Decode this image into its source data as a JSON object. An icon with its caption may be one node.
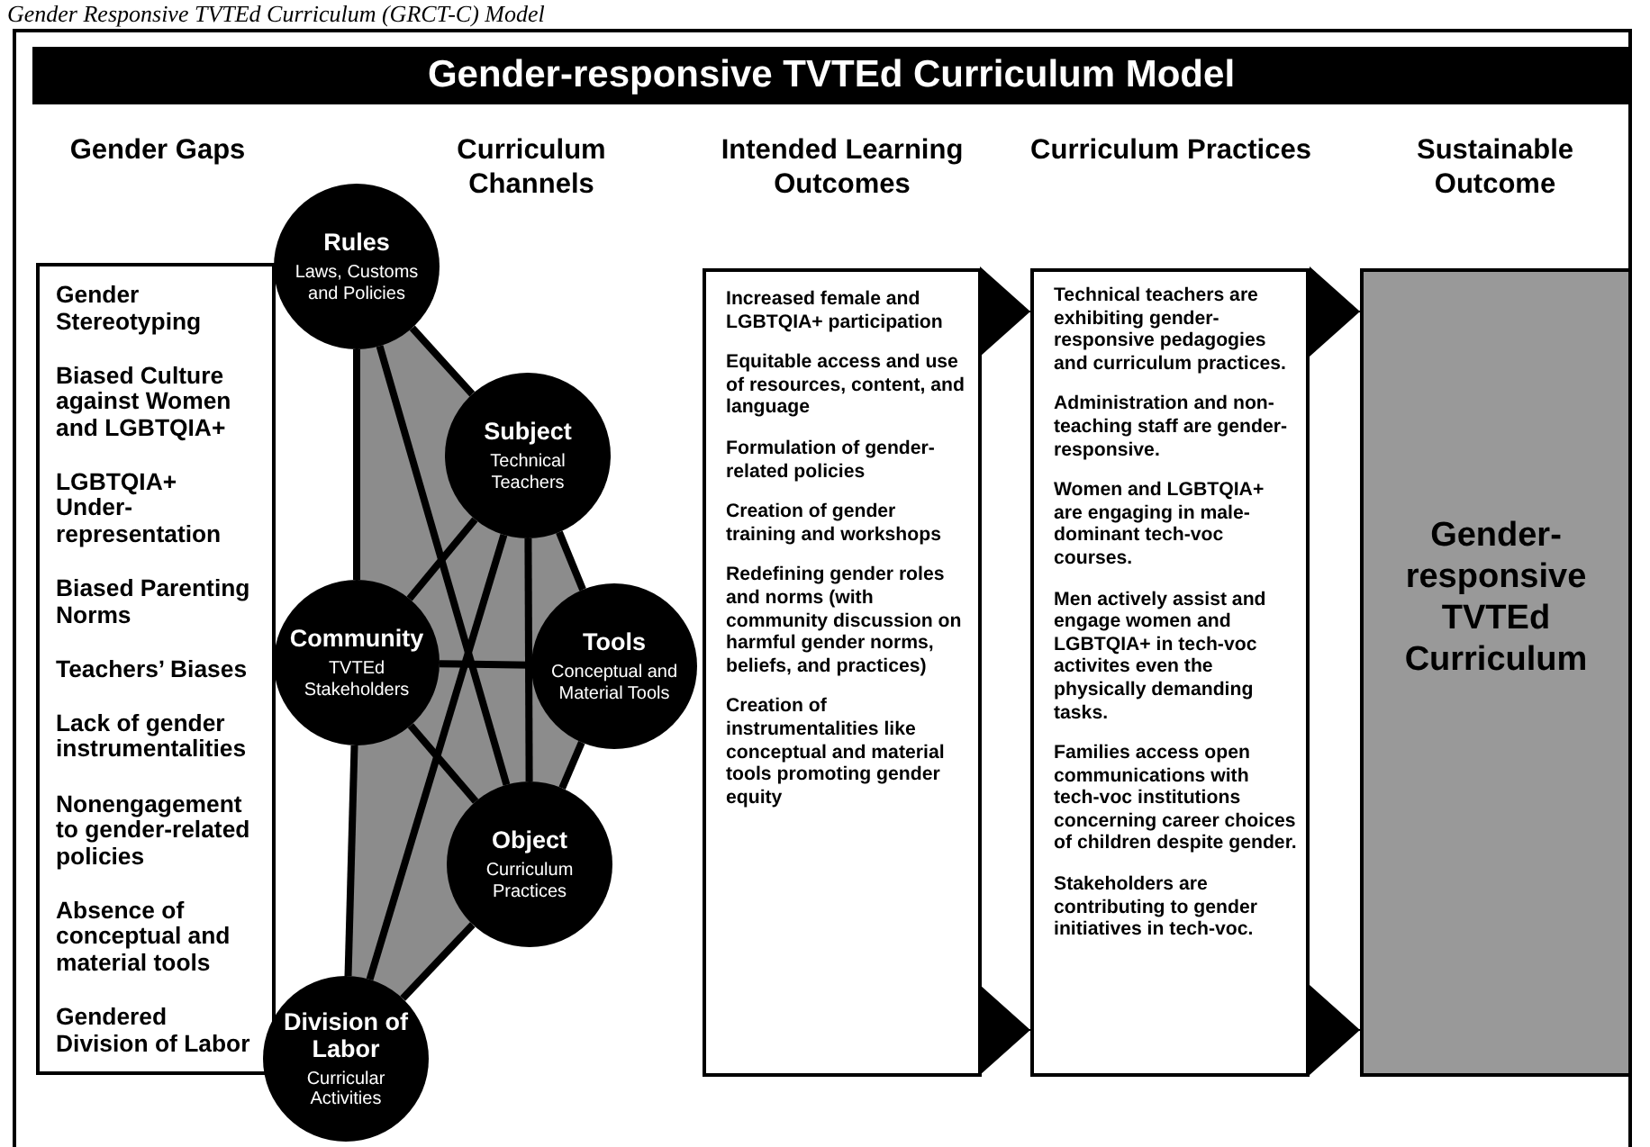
{
  "diagram": {
    "title": "Gender-responsive TVTEd Curriculum Model",
    "caption": "Gender Responsive TVTEd Curriculum (GRCT-C) Model",
    "nodes": [
      {
        "text": [
          "Gender Stereotyping",
          "Biased Culture against Women and LGBTQIA+",
          "LGBTQIA+ Under-representation",
          "Biased Parenting Norms",
          "Teachers’ Biases",
          "Lack of gender instrumentalities",
          "Nonengagement to gender-related policies",
          "Absence of conceptual and material tools",
          "Gendered Division of Labor"
        ]
      },
      {
        "text": [
          "Rules",
          "Laws, Customs and Policies"
        ]
      },
      {
        "text": [
          "Subject",
          "Technical Teachers"
        ]
      },
      {
        "text": [
          "Community",
          "TVTEd Stakeholders"
        ]
      },
      {
        "text": [
          "Tools",
          "Conceptual and Material Tools"
        ]
      },
      {
        "text": [
          "Object",
          "Curriculum Practices"
        ]
      },
      {
        "text": [
          "Division of Labor",
          "Curricular Activities"
        ]
      },
      {
        "text": [
          "Increased female and LGBTQIA+ participation",
          "Equitable access and use of resources, content, and language",
          "Formulation of gender-related policies",
          "Creation of gender training and workshops",
          "Redefining gender roles and norms (with community discussion on harmful gender norms, beliefs, and practices)",
          "Creation of instrumentalities like conceptual and material tools promoting gender equity"
        ]
      },
      {
        "text": [
          "Technical teachers are exhibiting gender-responsive pedagogies and curriculum practices.",
          "Administration and non-teaching staff are gender-responsive.",
          "Women and LGBTQIA+ are engaging in male-dominant tech-voc courses.",
          "Men actively assist and engage women and LGBTQIA+ in tech-voc activites even the physically demanding tasks.",
          "Families access open communications with tech-voc institutions concerning career choices of children despite gender.",
          "Stakeholders are contributing to gender initiatives in tech-voc."
        ]
      },
      {
        "text": [
          "Gender-responsive TVTEd Curriculum"
        ]
      }
    ],
    "edges": [
      {
        "from": 1,
        "to": 2,
        "arrow": "none"
      },
      {
        "from": 1,
        "to": 3,
        "arrow": "none"
      },
      {
        "from": 1,
        "to": 5,
        "arrow": "none"
      },
      {
        "from": 2,
        "to": 3,
        "arrow": "none"
      },
      {
        "from": 2,
        "to": 4,
        "arrow": "none"
      },
      {
        "from": 2,
        "to": 5,
        "arrow": "none"
      },
      {
        "from": 2,
        "to": 6,
        "arrow": "none"
      },
      {
        "from": 3,
        "to": 4,
        "arrow": "none"
      },
      {
        "from": 3,
        "to": 5,
        "arrow": "none"
      },
      {
        "from": 3,
        "to": 6,
        "arrow": "none"
      },
      {
        "from": 4,
        "to": 5,
        "arrow": "none"
      },
      {
        "from": 5,
        "to": 6,
        "arrow": "none"
      },
      {
        "from": 7,
        "to": 8,
        "arrow": "to"
      },
      {
        "from": 7,
        "to": 8,
        "arrow": "to"
      },
      {
        "from": 8,
        "to": 9,
        "arrow": "to"
      },
      {
        "from": 8,
        "to": 9,
        "arrow": "to"
      }
    ],
    "labels": [
      "Gender Gaps",
      "Curriculum Channels",
      "Intended Learning Outcomes",
      "Curriculum Practices",
      "Sustainable Outcome"
    ]
  }
}
